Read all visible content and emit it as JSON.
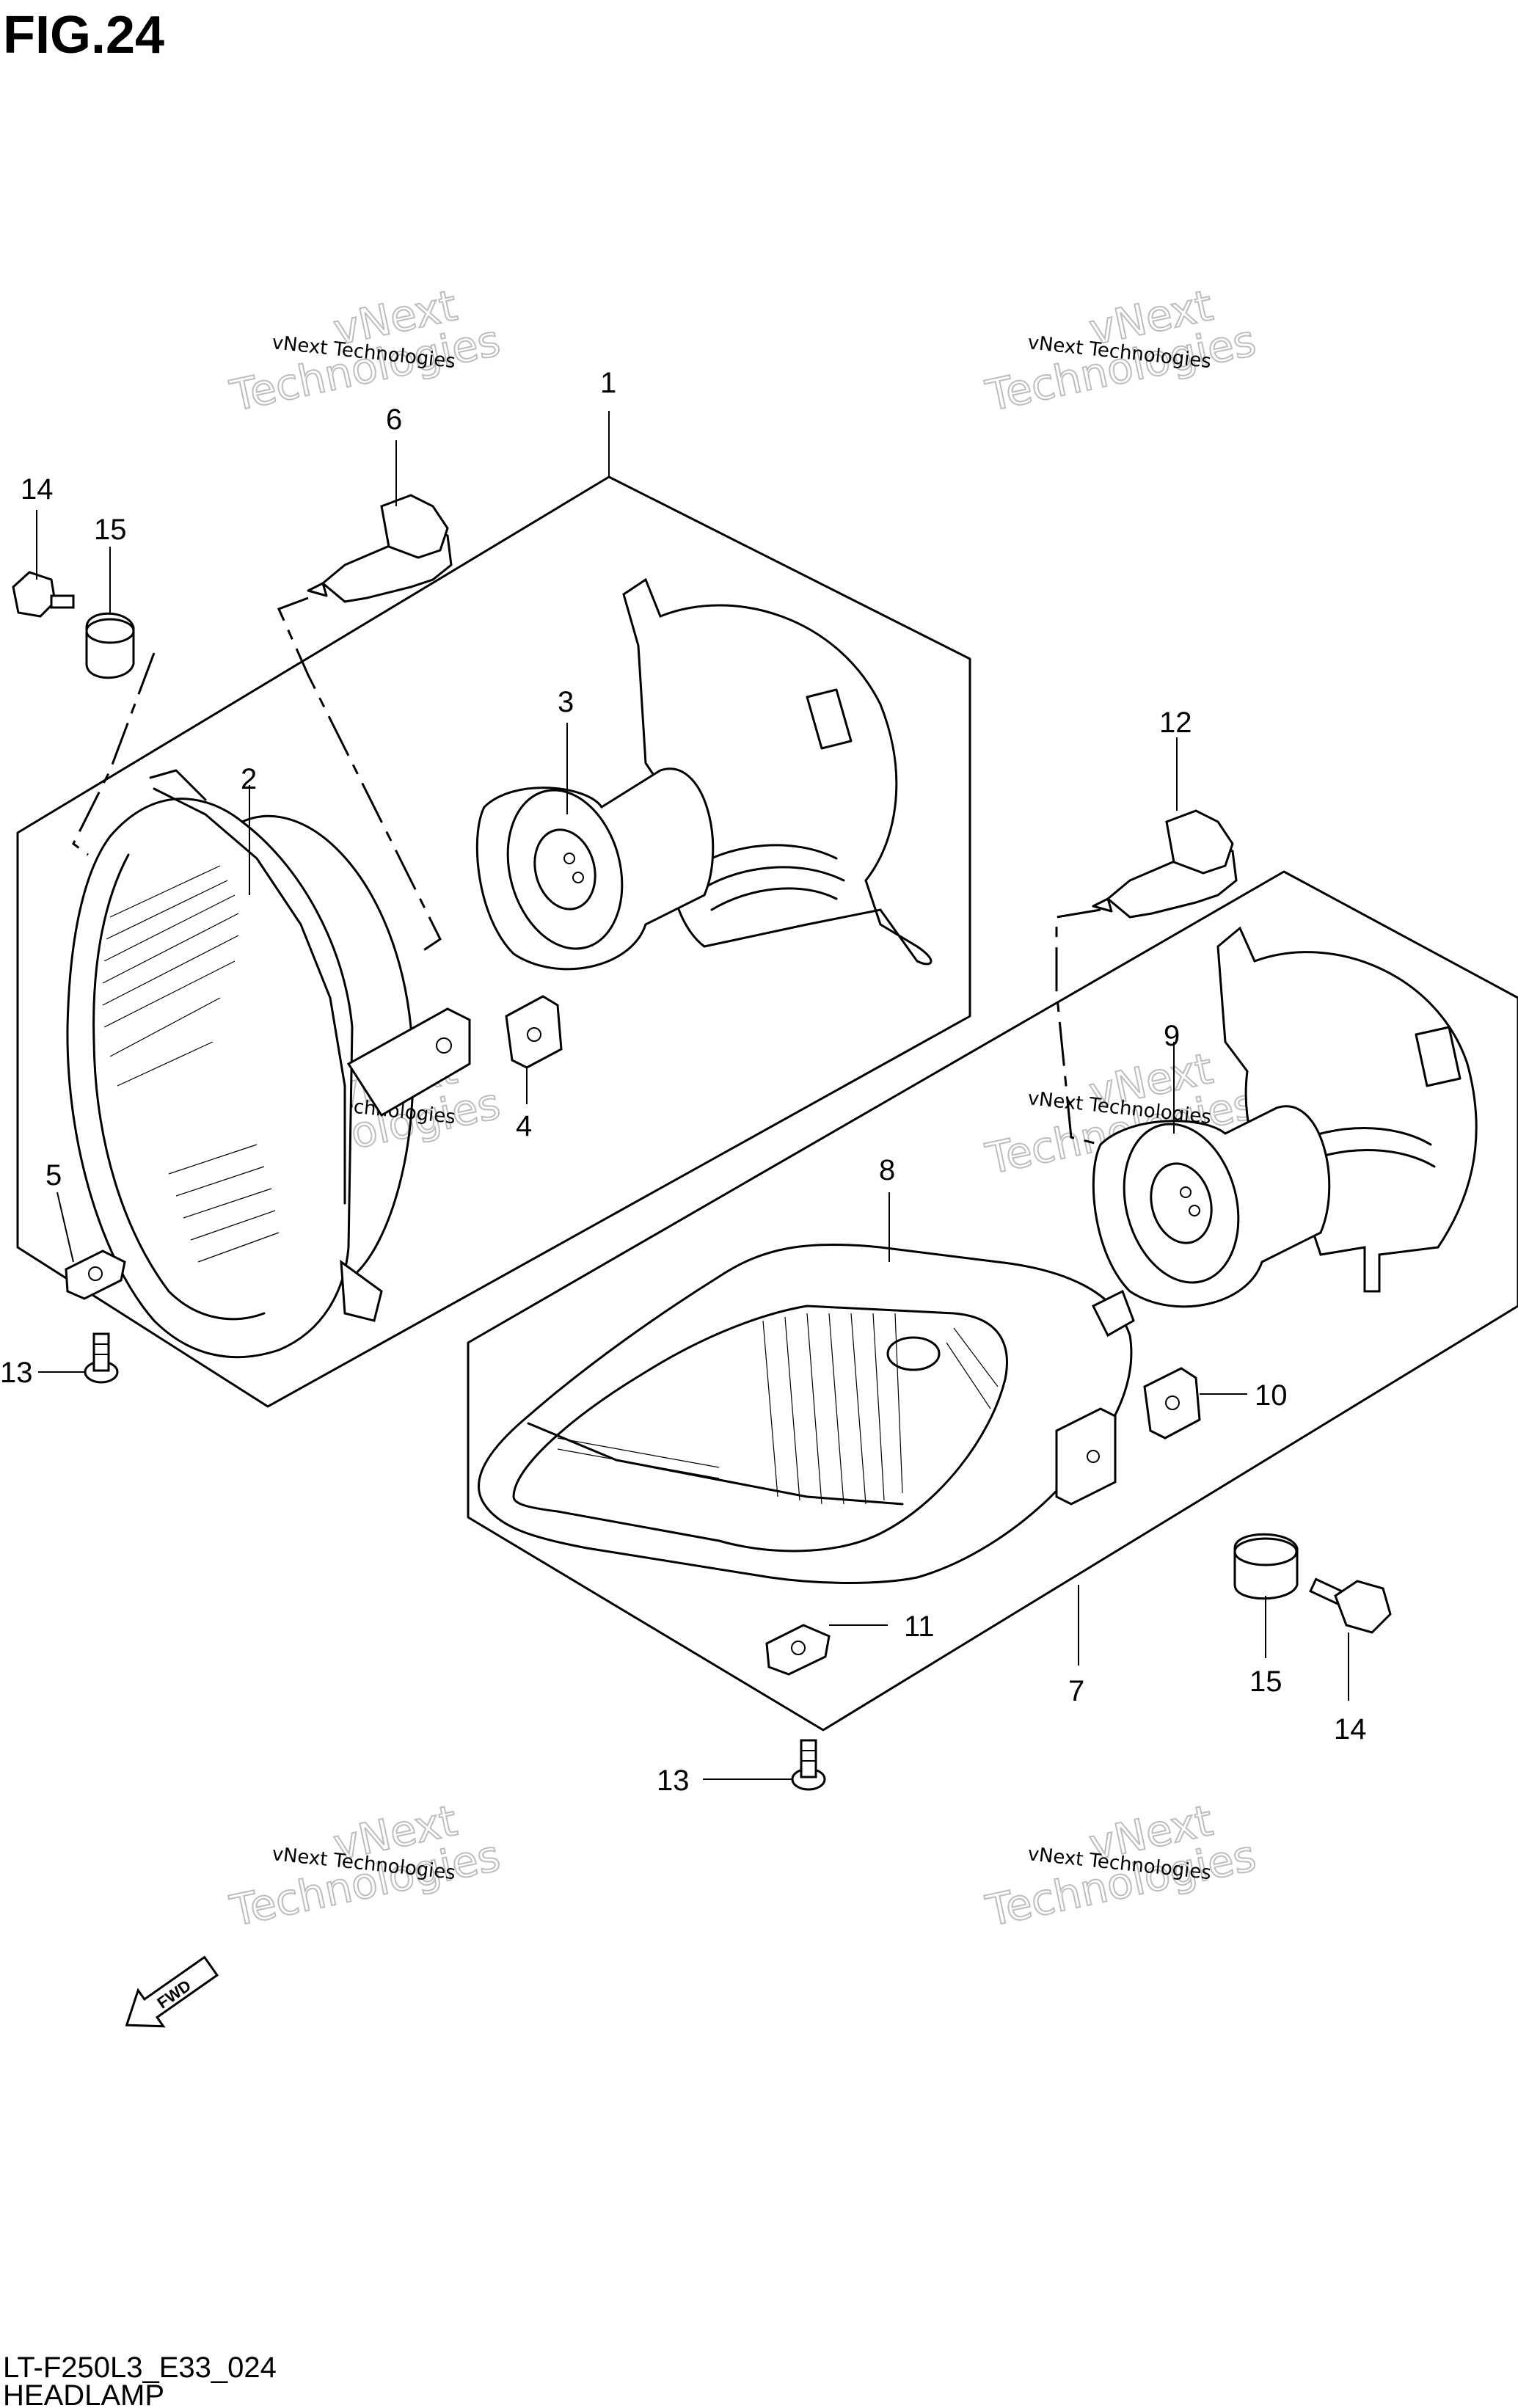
{
  "figure": {
    "title": "FIG.24",
    "code": "LT-F250L3_E33_024",
    "name": "HEADLAMP"
  },
  "watermark": {
    "line1": "vNext Technologies",
    "line2": "vNext",
    "line3": "Technologies"
  },
  "fwd_label": "FWD",
  "callouts": {
    "p1": "1",
    "p2": "2",
    "p3": "3",
    "p4": "4",
    "p5": "5",
    "p6": "6",
    "p7": "7",
    "p8": "8",
    "p9": "9",
    "p10": "10",
    "p11": "11",
    "p12": "12",
    "p13a": "13",
    "p13b": "13",
    "p14a": "14",
    "p14b": "14",
    "p15a": "15",
    "p15b": "15"
  }
}
